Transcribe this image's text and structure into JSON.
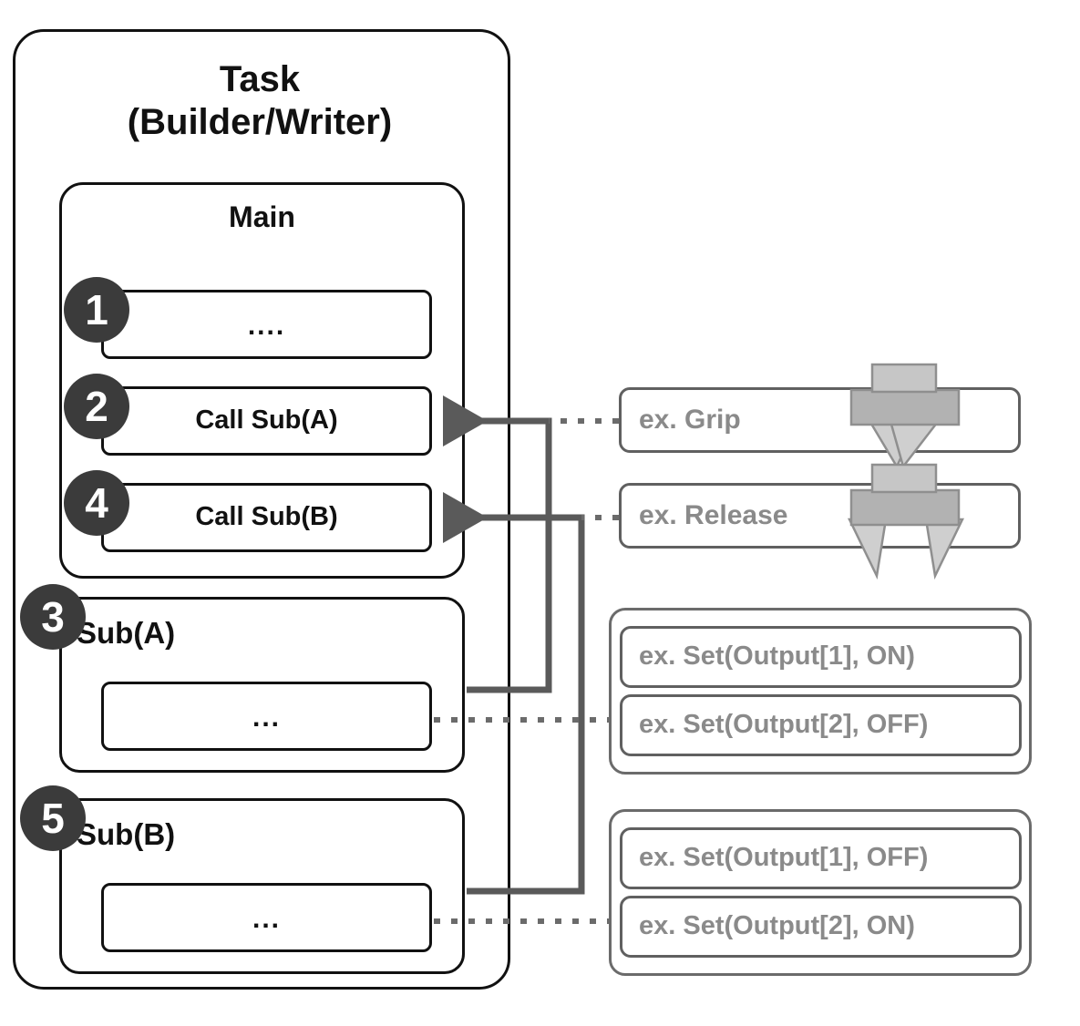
{
  "diagram": {
    "title": "Task\n(Builder/Writer)",
    "task_box_label": "Task (Builder/Writer)",
    "main_box_label": "Main",
    "sub_a_label": "Sub(A)",
    "sub_b_label": "Sub(B)",
    "steps": [
      {
        "number": "1",
        "content": "...."
      },
      {
        "number": "2",
        "content": "Call Sub(A)"
      },
      {
        "number": "4",
        "content": "Call Sub(B)"
      },
      {
        "number": "3",
        "content": "Sub(A)"
      },
      {
        "number": "5",
        "content": "Sub(B)"
      }
    ],
    "main_rows": [
      {
        "badge": "1",
        "text": "...."
      },
      {
        "badge": "2",
        "text": "Call Sub(A)"
      },
      {
        "badge": "4",
        "text": "Call Sub(B)"
      }
    ],
    "sub_a": {
      "badge": "3",
      "name": "Sub(A)",
      "body": "..."
    },
    "sub_b": {
      "badge": "5",
      "name": "Sub(B)",
      "body": "..."
    },
    "examples": {
      "grip": "ex. Grip",
      "release": "ex. Release",
      "group_a": [
        "ex. Set(Output[1], ON)",
        "ex. Set(Output[2], OFF)"
      ],
      "group_b": [
        "ex. Set(Output[1], OFF)",
        "ex. Set(Output[2], ON)"
      ]
    },
    "icons": {
      "grip": "gripper-closed-icon",
      "release": "gripper-open-icon"
    },
    "colors": {
      "outline_black": "#111111",
      "outline_gray": "#606060",
      "badge_fill": "#3b3b3b",
      "badge_text": "#ffffff",
      "example_text": "#8a8a8a",
      "connector": "#5a5a5a",
      "gripper_light": "#c9c9c9",
      "gripper_dark": "#adadad"
    }
  }
}
